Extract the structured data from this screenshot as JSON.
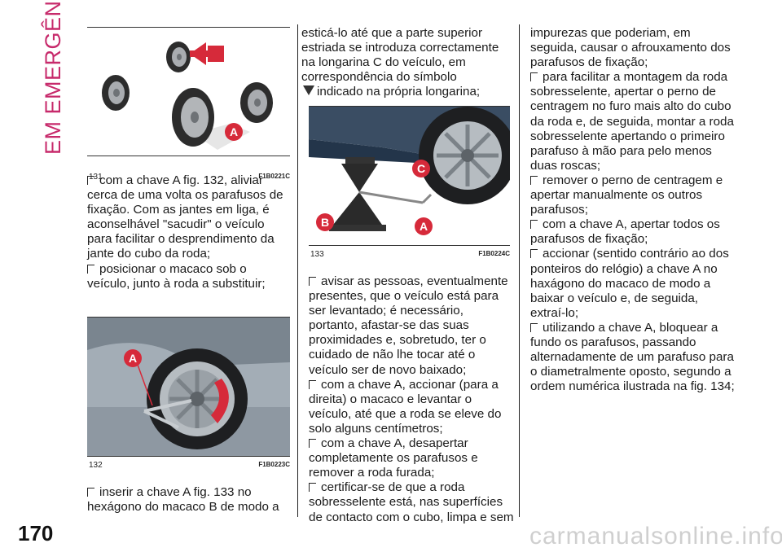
{
  "section_title": "EM EMERGÊNCIA",
  "page_number": "170",
  "watermark": "carmanualsonline.info",
  "colors": {
    "accent": "#c72a6b",
    "label_red": "#d62a3a"
  },
  "figures": {
    "fig131": {
      "number": "131",
      "code": "F1B0221C",
      "label": "A"
    },
    "fig132": {
      "number": "132",
      "code": "F1B0223C",
      "label": "A"
    },
    "fig133": {
      "number": "133",
      "code": "F1B0224C",
      "labels": [
        "C",
        "B",
        "A"
      ]
    }
  },
  "col1": {
    "p1": "com a chave A fig. 132, aliviar cerca de uma volta os parafusos de fixação. Com as jantes em liga, é aconselhável \"sacudir\" o veículo para facilitar o desprendimento da jante do cubo da roda;",
    "p2": "posicionar o macaco sob o veículo, junto à roda a substituir;",
    "p3": "inserir a chave A fig. 133 no hexágono do macaco B de modo a"
  },
  "col2": {
    "p1a": "esticá-lo até que a parte superior estriada se introduza correctamente na longarina C do veículo, em correspondência do símbolo",
    "p1b": "indicado na própria longarina;",
    "p2": "avisar as pessoas, eventualmente presentes, que o veículo está para ser levantado; é necessário, portanto, afastar-se das suas proximidades e, sobretudo, ter o cuidado de não lhe tocar até o veículo ser de novo baixado;",
    "p3": "com a chave A, accionar (para a direita) o macaco e levantar o veículo, até que a roda se eleve do solo alguns centímetros;",
    "p4": "com a chave A, desapertar completamente os parafusos e remover a roda furada;",
    "p5": "certificar-se de que a roda sobresselente está, nas superfícies de contacto com o cubo, limpa e sem"
  },
  "col3": {
    "p1": "impurezas que poderiam, em seguida, causar o afrouxamento dos parafusos de fixação;",
    "p2": "para facilitar a montagem da roda sobresselente, apertar o perno de centragem no furo mais alto do cubo da roda e, de seguida, montar a roda sobresselente apertando o primeiro parafuso à mão para pelo menos duas roscas;",
    "p3": "remover o perno de centragem e apertar manualmente os outros parafusos;",
    "p4": "com a chave A, apertar todos os parafusos de fixação;",
    "p5": "accionar (sentido contrário ao dos ponteiros do relógio) a chave A no haxágono do macaco de modo a baixar o veículo e, de seguida, extraí-lo;",
    "p6": "utilizando a chave A, bloquear a fundo os parafusos, passando alternadamente de um parafuso para o diametralmente oposto, segundo a ordem numérica ilustrada na fig. 134;"
  }
}
